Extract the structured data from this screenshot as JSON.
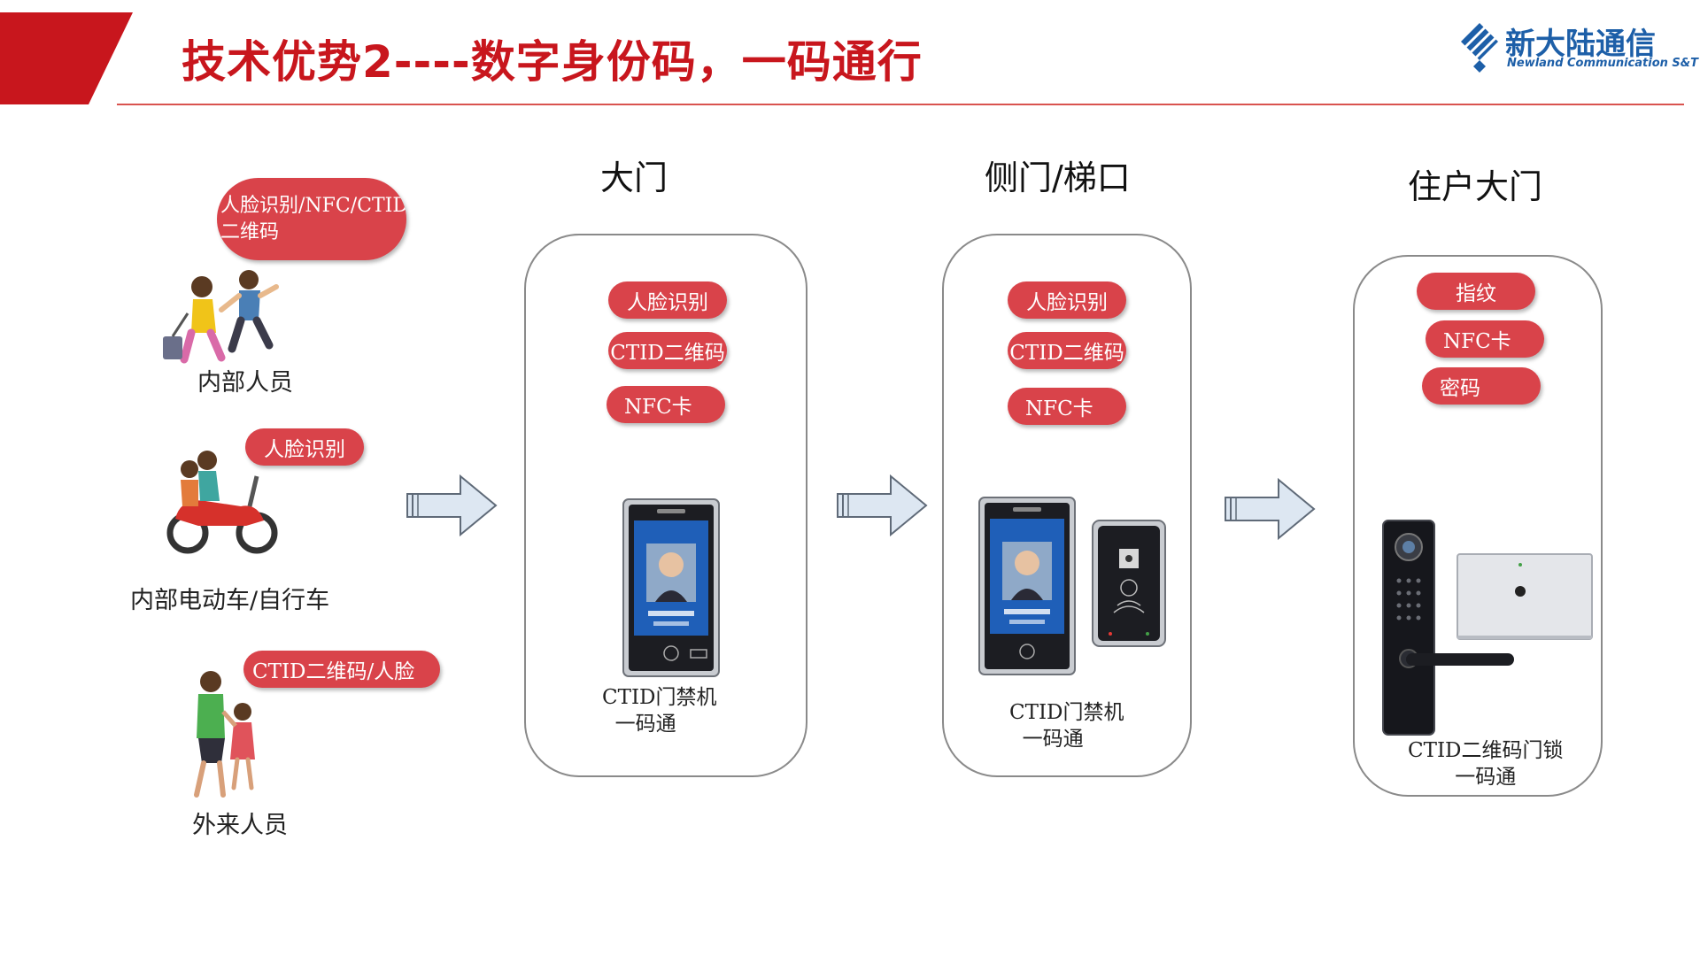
{
  "title": "技术优势2----数字身份码，一码通行",
  "logo": {
    "name": "新大陆通信",
    "subtitle": "Newland Communication S&T"
  },
  "colors": {
    "accent": "#c8161d",
    "pill": "#d9434a",
    "brand": "#1d5fa8",
    "arrow_fill": "#dde7f2",
    "arrow_stroke": "#5f6a78"
  },
  "people": [
    {
      "tag": "人脸识别/NFC/CTID\n二维码",
      "label": "内部人员",
      "icon": "traveler-people-icon"
    },
    {
      "tag": "人脸识别",
      "label": "内部电动车/自行车",
      "icon": "scooter-riders-icon"
    },
    {
      "tag": "CTID二维码/人脸",
      "label": "外来人员",
      "icon": "visitors-icon"
    }
  ],
  "stages": [
    {
      "heading": "大门",
      "methods": [
        "人脸识别",
        "CTID二维码",
        "NFC卡"
      ],
      "caption": "CTID门禁机\n  一码通",
      "device": "face-terminal-icon"
    },
    {
      "heading": "侧门/梯口",
      "methods": [
        "人脸识别",
        "CTID二维码",
        "NFC卡"
      ],
      "caption": "CTID门禁机\n  一码通",
      "device": "face-terminal-and-card-reader-icon"
    },
    {
      "heading": "住户大门",
      "methods": [
        "指纹",
        "NFC卡",
        "密码"
      ],
      "caption": "CTID二维码门锁\n一码通",
      "device": "smart-door-lock-icon"
    }
  ]
}
